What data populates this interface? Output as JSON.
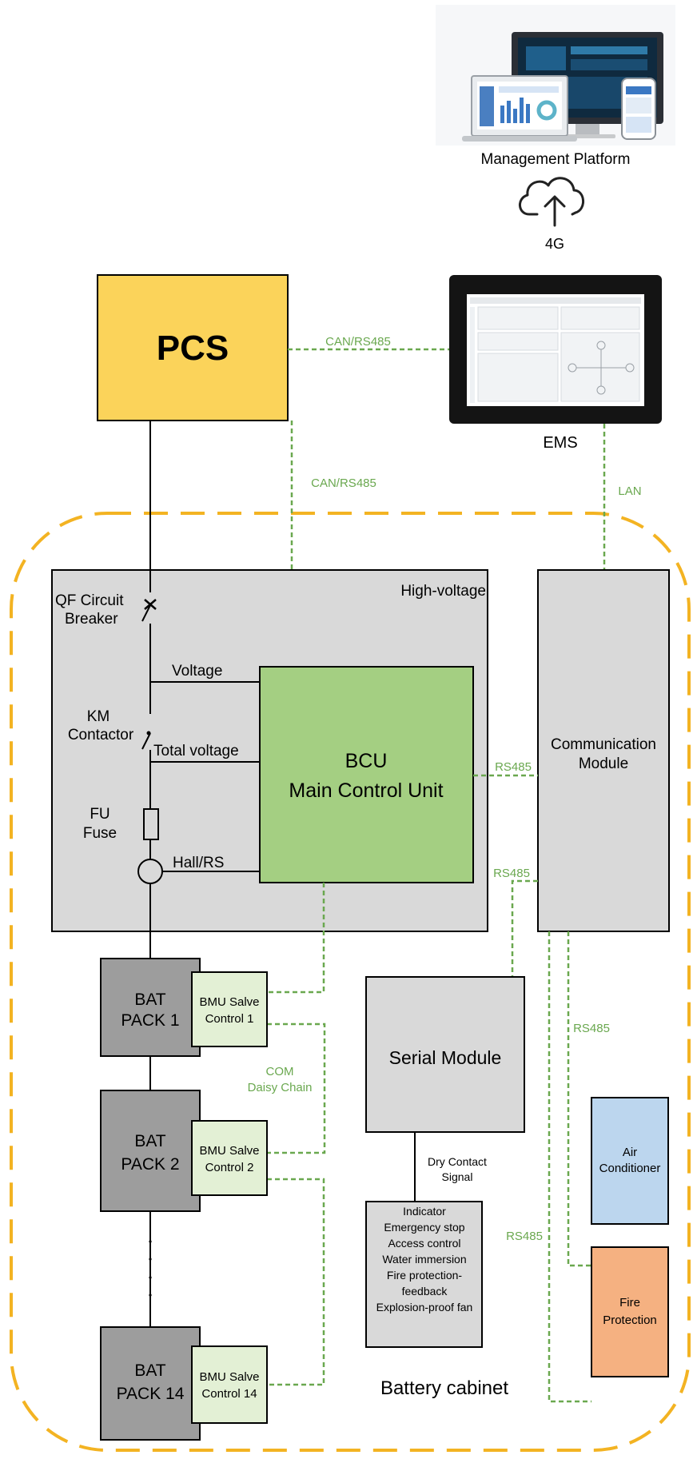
{
  "top": {
    "platform_label": "Management Platform",
    "cloud_icon": "cloud-upload-icon",
    "network": "4G"
  },
  "pcs": {
    "label": "PCS"
  },
  "ems": {
    "label": "EMS"
  },
  "links": {
    "pcs_ems": "CAN/RS485",
    "pcs_bcu": "CAN/RS485",
    "ems_comm": "LAN",
    "bcu_comm": "RS485",
    "comm_serial": "RS485",
    "comm_ac": "RS485",
    "comm_fire": "RS485",
    "daisy_line1": "COM",
    "daisy_line2": "Daisy Chain"
  },
  "hv": {
    "title": "High-voltage",
    "qf_line1": "QF Circuit",
    "qf_line2": "Breaker",
    "km_line1": "KM",
    "km_line2": "Contactor",
    "fu_line1": "FU",
    "fu_line2": "Fuse",
    "voltage": "Voltage",
    "total_voltage": "Total voltage",
    "hall": "Hall/RS"
  },
  "bcu": {
    "line1": "BCU",
    "line2": "Main Control Unit"
  },
  "comm": {
    "line1": "Communication",
    "line2": "Module"
  },
  "serial": {
    "label": "Serial Module"
  },
  "dry_contact": {
    "line1": "Dry Contact",
    "line2": "Signal"
  },
  "io_list": [
    "Indicator",
    "Emergency stop",
    "Access control",
    "Water immersion",
    "Fire protection-",
    "feedback",
    "Explosion-proof fan"
  ],
  "packs": [
    {
      "line1": "BAT",
      "line2": "PACK 1",
      "bmu1": "BMU Salve",
      "bmu2": "Control 1"
    },
    {
      "line1": "BAT",
      "line2": "PACK 2",
      "bmu1": "BMU Salve",
      "bmu2": "Control 2"
    },
    {
      "line1": "BAT",
      "line2": "PACK 14",
      "bmu1": "BMU Salve",
      "bmu2": "Control 14"
    }
  ],
  "air": {
    "line1": "Air",
    "line2": "Conditioner"
  },
  "fire": {
    "line1": "Fire",
    "line2": "Protection"
  },
  "cabinet": {
    "label": "Battery cabinet"
  },
  "colors": {
    "pcs": "#fbd35a",
    "bcu": "#a4cf82",
    "bmu": "#e3f0d5",
    "pack": "#9d9d9d",
    "module": "#d8d8d8",
    "air": "#bcd6ee",
    "fire": "#f5b181",
    "link": "#6aa84f",
    "cabinet_border": "#f3b322"
  }
}
